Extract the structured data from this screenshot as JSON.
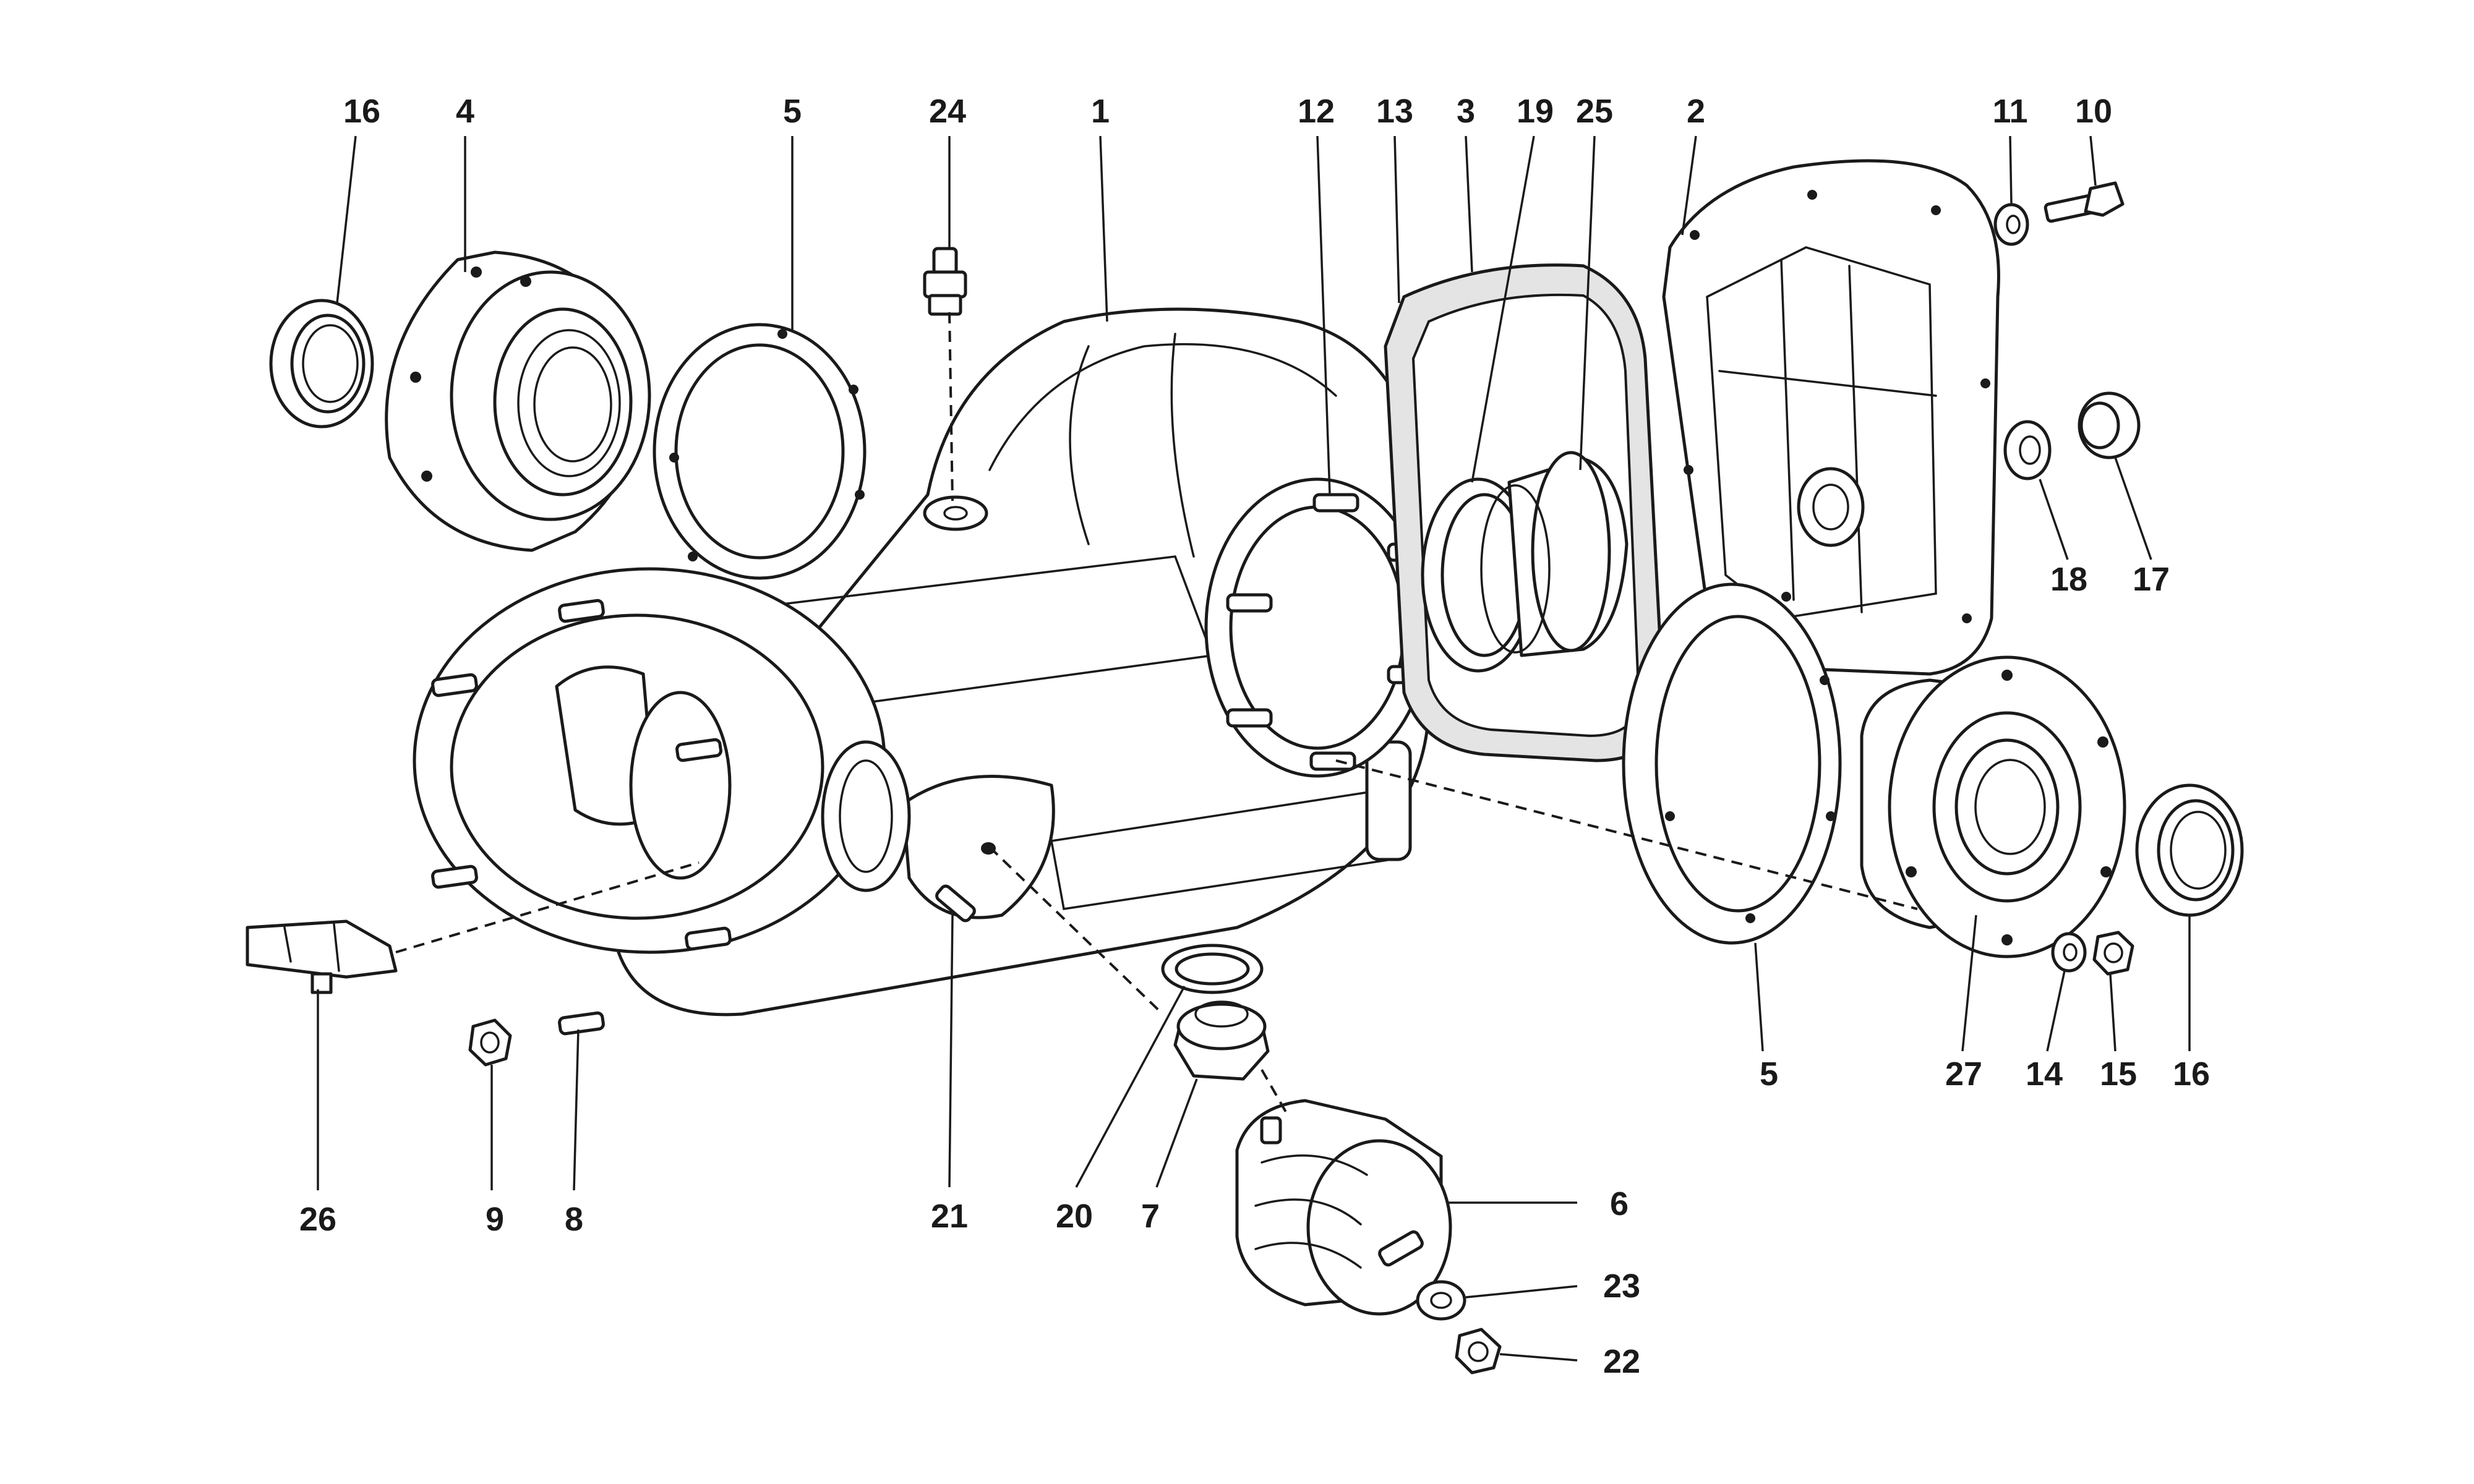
{
  "callouts": [
    {
      "id": "c16a",
      "label": "16"
    },
    {
      "id": "c4",
      "label": "4"
    },
    {
      "id": "c5a",
      "label": "5"
    },
    {
      "id": "c24",
      "label": "24"
    },
    {
      "id": "c1",
      "label": "1"
    },
    {
      "id": "c12",
      "label": "12"
    },
    {
      "id": "c13",
      "label": "13"
    },
    {
      "id": "c3",
      "label": "3"
    },
    {
      "id": "c19",
      "label": "19"
    },
    {
      "id": "c25",
      "label": "25"
    },
    {
      "id": "c2",
      "label": "2"
    },
    {
      "id": "c11",
      "label": "11"
    },
    {
      "id": "c10",
      "label": "10"
    },
    {
      "id": "c18",
      "label": "18"
    },
    {
      "id": "c17",
      "label": "17"
    },
    {
      "id": "c5b",
      "label": "5"
    },
    {
      "id": "c27",
      "label": "27"
    },
    {
      "id": "c14",
      "label": "14"
    },
    {
      "id": "c15",
      "label": "15"
    },
    {
      "id": "c16b",
      "label": "16"
    },
    {
      "id": "c26",
      "label": "26"
    },
    {
      "id": "c9",
      "label": "9"
    },
    {
      "id": "c8",
      "label": "8"
    },
    {
      "id": "c21",
      "label": "21"
    },
    {
      "id": "c20",
      "label": "20"
    },
    {
      "id": "c7",
      "label": "7"
    },
    {
      "id": "c6",
      "label": "6"
    },
    {
      "id": "c23",
      "label": "23"
    },
    {
      "id": "c22",
      "label": "22"
    }
  ]
}
